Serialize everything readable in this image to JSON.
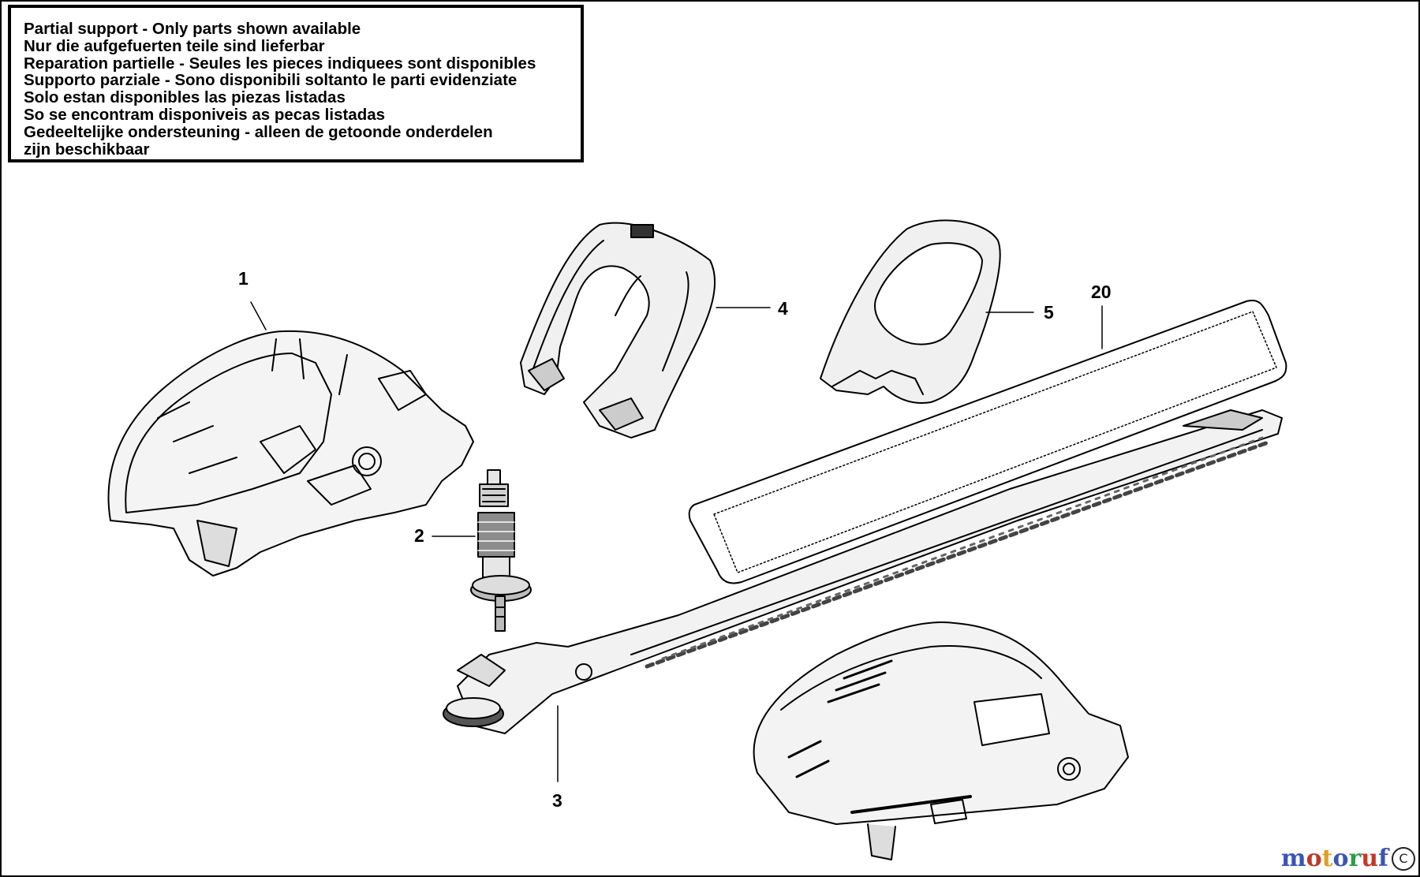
{
  "notice": {
    "lines": [
      "Partial support - Only parts shown available",
      "Nur die aufgefuerten teile sind lieferbar",
      "Reparation partielle - Seules les pieces indiquees sont disponibles",
      "Supporto parziale - Sono disponibili soltanto le parti evidenziate",
      "Solo estan disponibles las piezas listadas",
      "So se encontram disponiveis as pecas listadas",
      "Gedeeltelijke ondersteuning - alleen de getoonde onderdelen",
      "zijn beschikbaar"
    ]
  },
  "callouts": {
    "c1": "1",
    "c2": "2",
    "c3": "3",
    "c4": "4",
    "c5": "5",
    "c20": "20"
  },
  "brand": {
    "letters": [
      "m",
      "o",
      "t",
      "o",
      "r",
      "u",
      "f"
    ],
    "colors": [
      "#3a55b4",
      "#c0392b",
      "#e0a020",
      "#3a55b4",
      "#2e9e4a",
      "#c0392b",
      "#3a55b4"
    ],
    "mark": "C"
  }
}
